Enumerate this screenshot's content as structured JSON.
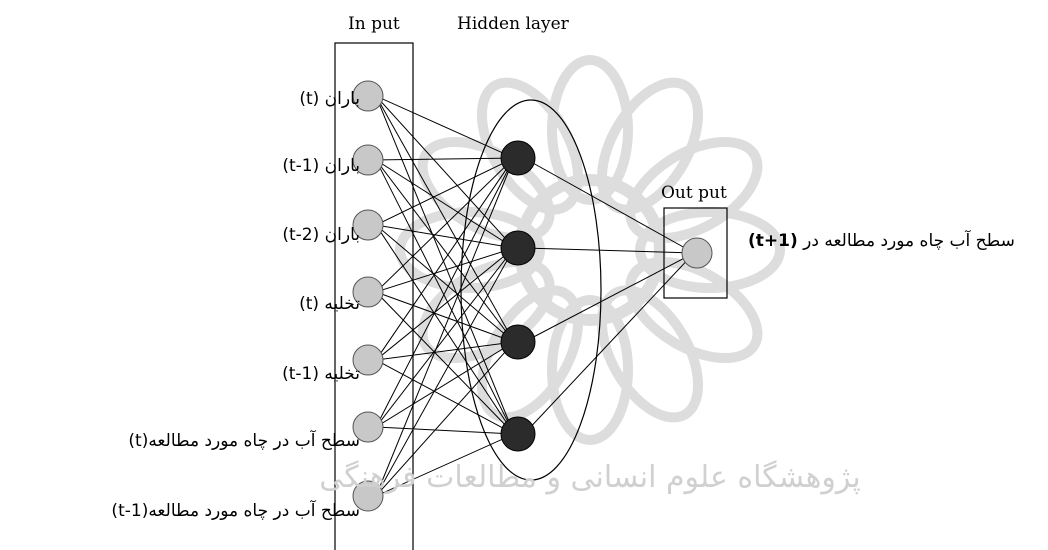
{
  "layers": {
    "input_title": "In put",
    "hidden_title": "Hidden layer",
    "output_title": "Out put"
  },
  "inputs": [
    {
      "label": "باران (t)"
    },
    {
      "label": "باران (t-1)"
    },
    {
      "label": "باران (t-2)"
    },
    {
      "label": "تخلیه (t)"
    },
    {
      "label": "تخلیه (t-1)"
    },
    {
      "label": "سطح آب در چاه مورد مطالعه(t)"
    },
    {
      "label": "سطح آب در چاه مورد مطالعه(t-1)"
    }
  ],
  "hidden_count": 4,
  "output": {
    "label_text": "سطح آب چاه مورد مطالعه در ",
    "label_time": "(t+1)"
  },
  "watermark": "پژوهشگاه علوم انسانی و مطالعات فرهنگی",
  "colors": {
    "input_node": "#c8c8c8",
    "hidden_node": "#2b2b2b",
    "output_node": "#c8c8c8",
    "stroke": "#000000",
    "watermark": "#dddddd"
  }
}
